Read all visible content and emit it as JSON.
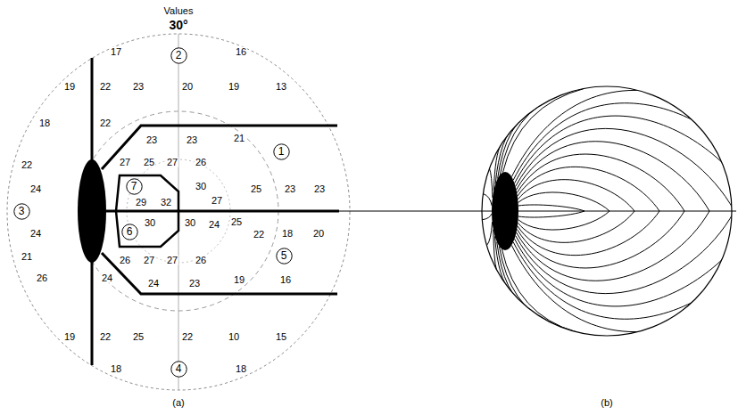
{
  "diagram": {
    "title": "Values",
    "nodes": [
      {
        "text": [
          "2"
        ]
      },
      {
        "text": [
          "1"
        ]
      },
      {
        "text": [
          "7"
        ]
      },
      {
        "text": [
          "3"
        ]
      },
      {
        "text": [
          "6"
        ]
      },
      {
        "text": [
          "5"
        ]
      },
      {
        "text": [
          "4"
        ]
      }
    ],
    "labels": [
      "30°",
      "17",
      "16",
      "19",
      "22",
      "23",
      "20",
      "19",
      "13",
      "18",
      "22",
      "23",
      "23",
      "21",
      "22",
      "27",
      "25",
      "27",
      "26",
      "24",
      "30",
      "25",
      "23",
      "23",
      "29",
      "32",
      "27",
      "24",
      "30",
      "30",
      "24",
      "25",
      "22",
      "18",
      "20",
      "21",
      "26",
      "27",
      "27",
      "26",
      "26",
      "24",
      "24",
      "23",
      "19",
      "16",
      "19",
      "22",
      "25",
      "22",
      "10",
      "15",
      "18",
      "18",
      "(a)",
      "(b)"
    ]
  }
}
